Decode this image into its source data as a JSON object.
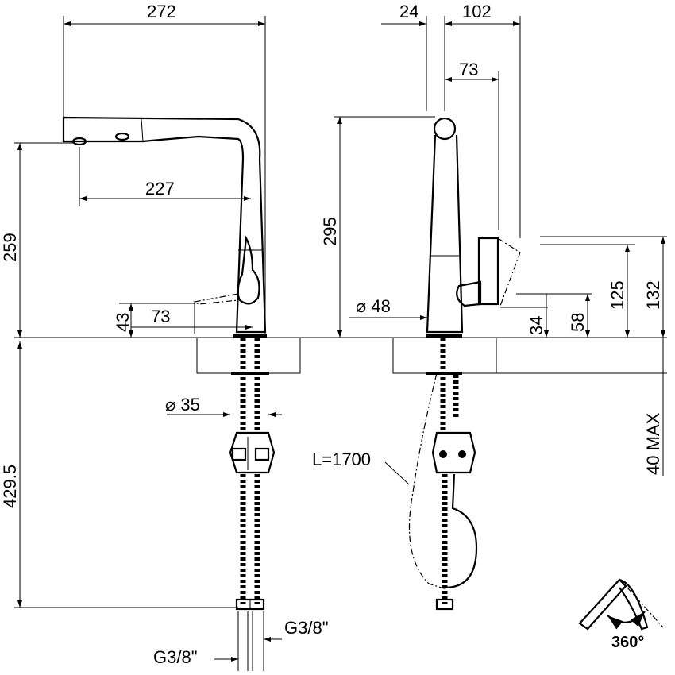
{
  "title": "Pull-out kitchen faucet technical drawing",
  "front_view": {
    "overall_reach": "272",
    "spout_reach": "227",
    "spout_height": "259",
    "lever_height": "43",
    "lever_reach": "73",
    "shank_diameter": "⌀ 35",
    "below_deck_length": "429.5",
    "connection_right": "G3/8\"",
    "connection_left": "G3/8\""
  },
  "side_view": {
    "offset_top": "24",
    "depth": "102",
    "lever_offset": "73",
    "total_height": "295",
    "base_diameter": "⌀ 48",
    "lever_height_1": "125",
    "lever_height_2": "132",
    "lever_base_1": "34",
    "lever_base_2": "58",
    "hose_length": "L=1700",
    "max_deck_thickness": "40 MAX"
  },
  "rotation": {
    "label": "360°"
  }
}
